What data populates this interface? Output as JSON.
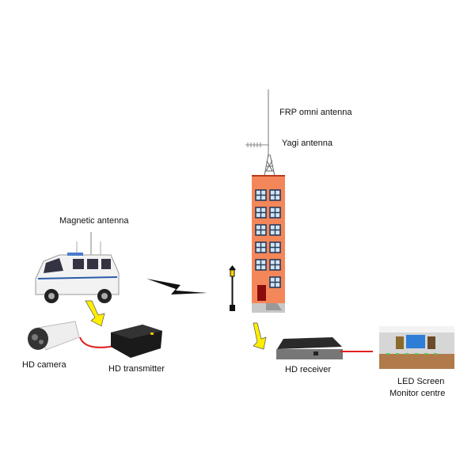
{
  "labels": {
    "frp": "FRP omni antenna",
    "yagi": "Yagi antenna",
    "magnetic": "Magnetic antenna",
    "camera": "HD camera",
    "transmitter": "HD transmitter",
    "receiver": "HD receiver",
    "led": "LED Screen",
    "monitor": "Monitor centre"
  },
  "colors": {
    "building": "#f4875a",
    "arrow": "#ffee00",
    "cable": "#e02020"
  }
}
